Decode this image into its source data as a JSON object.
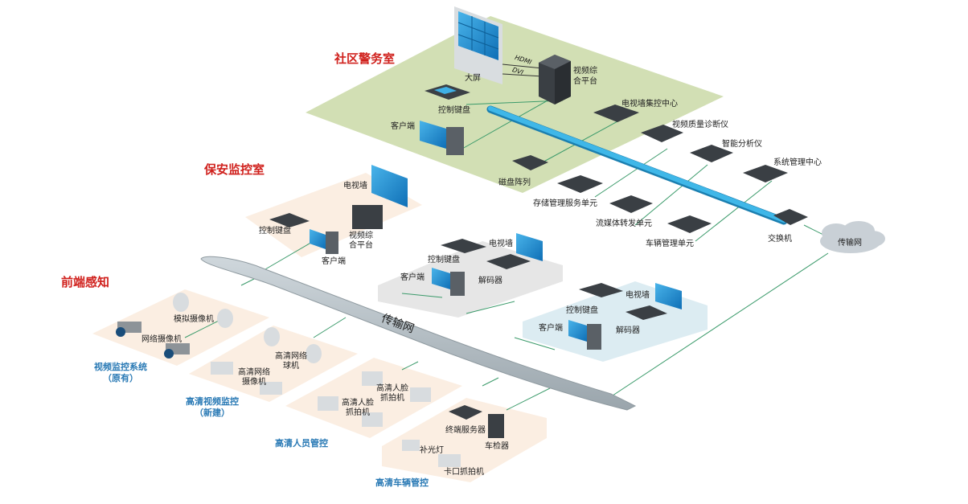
{
  "zones": {
    "community_police": {
      "title": "社区警务室",
      "devices": {
        "big_screen": "大屏",
        "video_platform_line1": "视频综",
        "video_platform_line2": "合平台",
        "control_keyboard": "控制键盘",
        "client": "客户端",
        "hdmi": "HDMI",
        "dvi": "DVI"
      }
    },
    "security_monitor": {
      "title": "保安监控室",
      "devices": {
        "tv_wall": "电视墙",
        "control_keyboard": "控制键盘",
        "video_platform_line1": "视频综",
        "video_platform_line2": "合平台",
        "client": "客户端"
      }
    },
    "front_end": {
      "title": "前端感知"
    }
  },
  "center": {
    "tv_wall_control": "电视墙集控中心",
    "video_quality": "视频质量诊断仪",
    "smart_analyzer": "智能分析仪",
    "system_mgmt": "系统管理中心",
    "disk_array": "磁盘阵列",
    "storage_mgmt": "存储管理服务单元",
    "stream_forward": "流媒体转发单元",
    "vehicle_mgmt": "车辆管理单元",
    "switch": "交换机"
  },
  "network": {
    "cloud_label": "传输网",
    "backbone_label": "传输网"
  },
  "sub_centers": [
    {
      "tv_wall": "电视墙",
      "control_keyboard": "控制键盘",
      "client": "客户端",
      "decoder": "解码器"
    },
    {
      "tv_wall": "电视墙",
      "control_keyboard": "控制键盘",
      "client": "客户端",
      "decoder": "解码器"
    }
  ],
  "front_groups": {
    "legacy": {
      "title_line1": "视频监控系统",
      "title_line2": "（原有）",
      "analog_camera": "模拟摄像机",
      "network_camera": "网络摄像机"
    },
    "hd_new": {
      "title_line1": "高清视频监控",
      "title_line2": "（新建）",
      "hd_dome_line1": "高清网络",
      "hd_dome_line2": "球机",
      "hd_cam_line1": "高清网络",
      "hd_cam_line2": "摄像机"
    },
    "people": {
      "title": "高清人员管控",
      "face_line1": "高清人脸",
      "face_line2": "抓拍机"
    },
    "vehicle": {
      "title": "高清车辆管控",
      "terminal_server": "终端服务器",
      "vehicle_detector": "车检器",
      "fill_light": "补光灯",
      "checkpoint_camera": "卡口抓拍机"
    }
  },
  "colors": {
    "zone_title": "#d0211d",
    "group_title": "#2a7ab5",
    "green_floor": "#d2dfb4",
    "peach_floor": "#fbeee2",
    "gray_floor": "#e6e6e6",
    "blue_floor": "#dcecf2",
    "fiber": "#3fb7e8",
    "link": "#3a9a6a",
    "backbone": "#b9c3c9"
  }
}
